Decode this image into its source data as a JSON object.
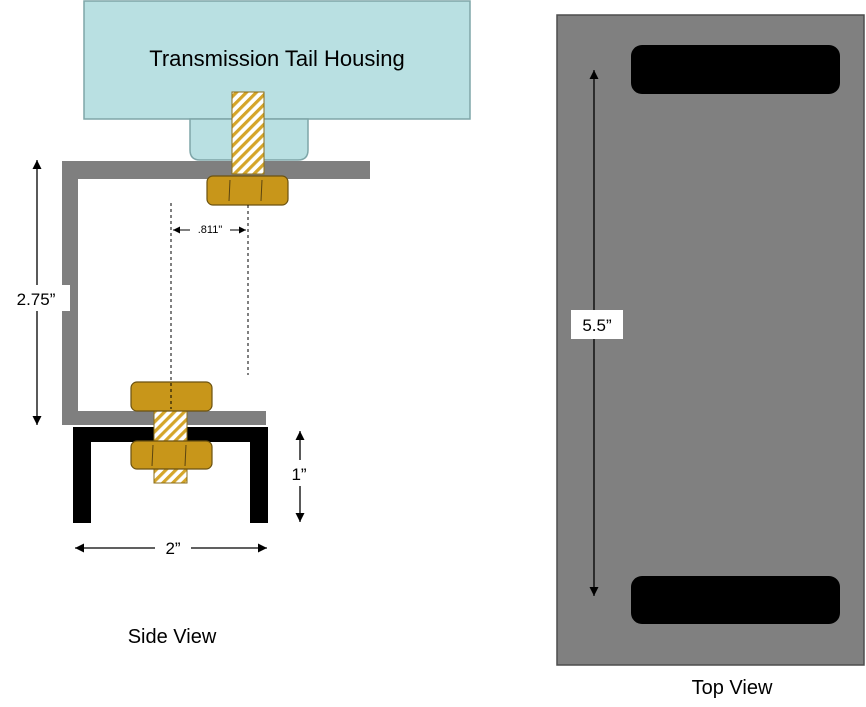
{
  "side_view": {
    "housing_label": "Transmission Tail Housing",
    "dim_offset": ".811\"",
    "dim_height": "2.75”",
    "dim_channel_height": "1”",
    "dim_channel_width": "2”",
    "caption": "Side View"
  },
  "top_view": {
    "dim_slot_span": "5.5”",
    "caption": "Top View"
  },
  "colors": {
    "housing": "#b9e0e2",
    "bracket": "#7f7f7f",
    "nut": "#c8961a",
    "bolt_hatch": "#d4a52a",
    "channel": "#000000",
    "plate": "#808080"
  }
}
